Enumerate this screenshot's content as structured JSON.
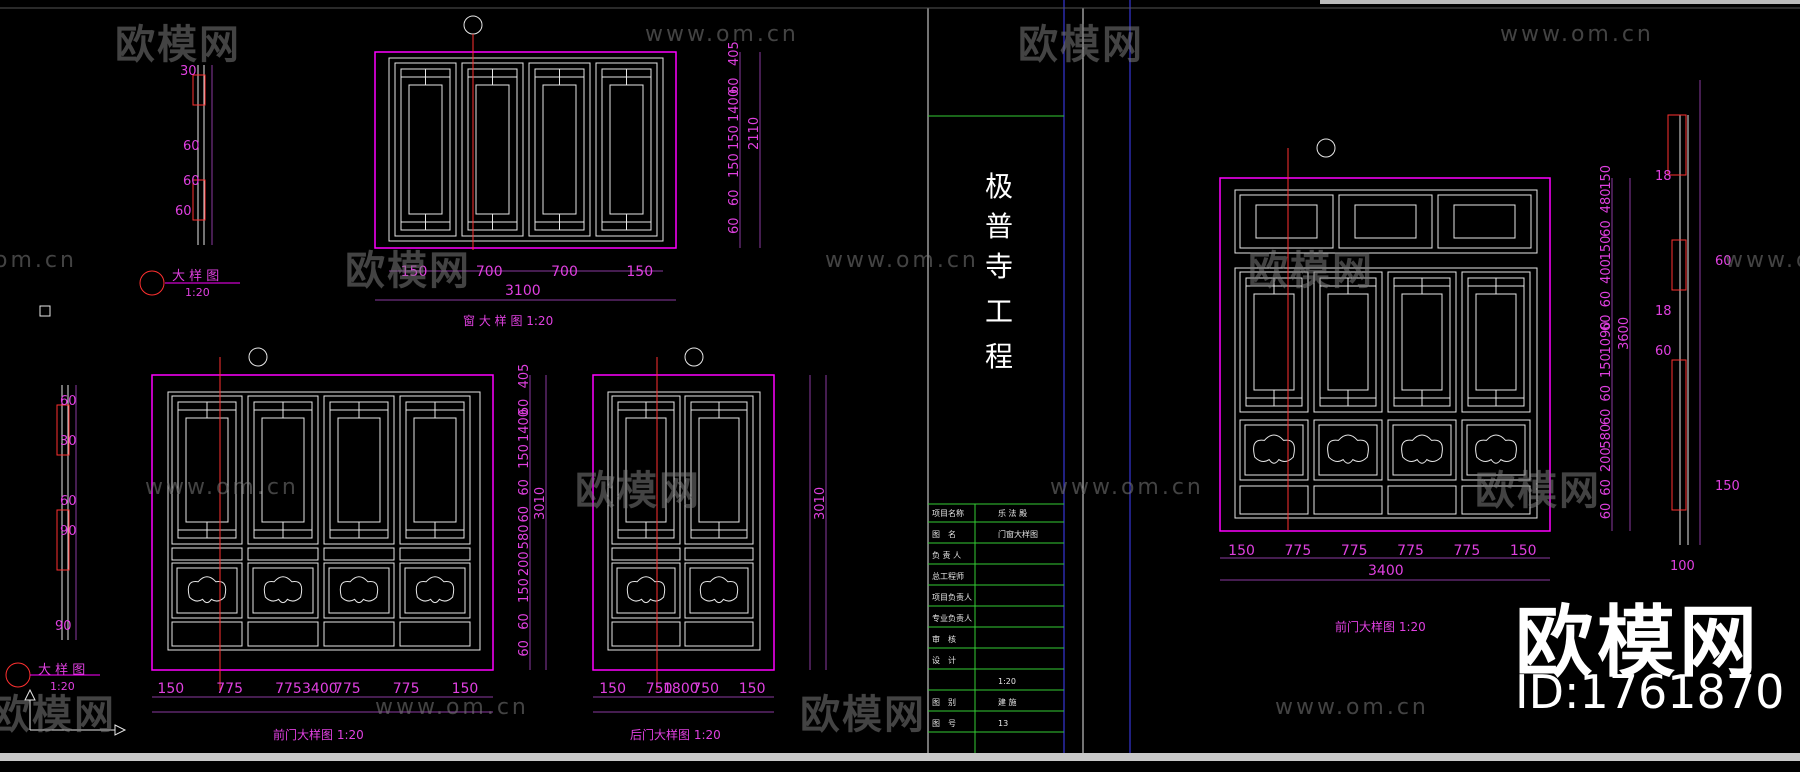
{
  "drawing": {
    "project_title_chars": [
      "极",
      "普",
      "寺",
      "工",
      "程"
    ],
    "detail_label_1": "大 样 图",
    "detail_label_2": "大 样 图",
    "detail_scale": "1:20",
    "window_title": "窗 大 样 图   1:20",
    "front_door_title": "前门大样图   1:20",
    "back_door_title": "后门大样图   1:20",
    "right_front_door_title": "前门大样图   1:20",
    "window_dims": {
      "total": "3100",
      "parts": [
        "150",
        "700",
        "700",
        "150"
      ],
      "height": "2110",
      "heights": [
        "405",
        "60",
        "1400",
        "150",
        "150",
        "60",
        "60"
      ]
    },
    "front_door_dims": {
      "total": "3400",
      "parts": [
        "150",
        "775",
        "775",
        "775",
        "775",
        "150"
      ],
      "height": "3010",
      "heights": [
        "405",
        "60",
        "1400",
        "150",
        "60",
        "60",
        "580",
        "200",
        "150",
        "60",
        "60"
      ]
    },
    "back_door_dims": {
      "total": "1800",
      "parts": [
        "150",
        "750",
        "750",
        "150"
      ],
      "height": "3010"
    },
    "right_door_dims": {
      "total": "3400",
      "parts": [
        "150",
        "775",
        "775",
        "775",
        "775",
        "150"
      ],
      "height": "3600",
      "heights": [
        "150",
        "480",
        "60",
        "150",
        "400",
        "60",
        "60",
        "1090",
        "150",
        "60",
        "60",
        "580",
        "200",
        "60",
        "60"
      ]
    },
    "section_dims": [
      "30",
      "60",
      "60",
      "60",
      "60",
      "30",
      "60",
      "90",
      "90",
      "18",
      "18",
      "60",
      "60",
      "150",
      "100"
    ],
    "titleblock_rows": [
      {
        "label": "项目名称",
        "value": "乐 法 殿"
      },
      {
        "label": "图　名",
        "value": "门窗大样图"
      },
      {
        "label": "负 责 人",
        "value": ""
      },
      {
        "label": "总工程师",
        "value": ""
      },
      {
        "label": "项目负责人",
        "value": ""
      },
      {
        "label": "专业负责人",
        "value": ""
      },
      {
        "label": "审　核",
        "value": ""
      },
      {
        "label": "设　计",
        "value": ""
      },
      {
        "label": "",
        "value": "1:20"
      },
      {
        "label": "图　别",
        "value": "建 施"
      },
      {
        "label": "图　号",
        "value": "13"
      }
    ]
  },
  "watermarks": {
    "logo_text": "欧模网",
    "url_text": "www.om.cn",
    "partial_url": "om.cn"
  },
  "brand": {
    "name": "欧模网",
    "id_text": "ID:1761870"
  },
  "colors": {
    "frame": "#ff00ff",
    "lines": "#e6e6e6",
    "dims": "#8a3aa0",
    "text": "#e040e0",
    "axis": "#ff3030",
    "cyan": "#00e6e6",
    "green": "#33cc33"
  }
}
